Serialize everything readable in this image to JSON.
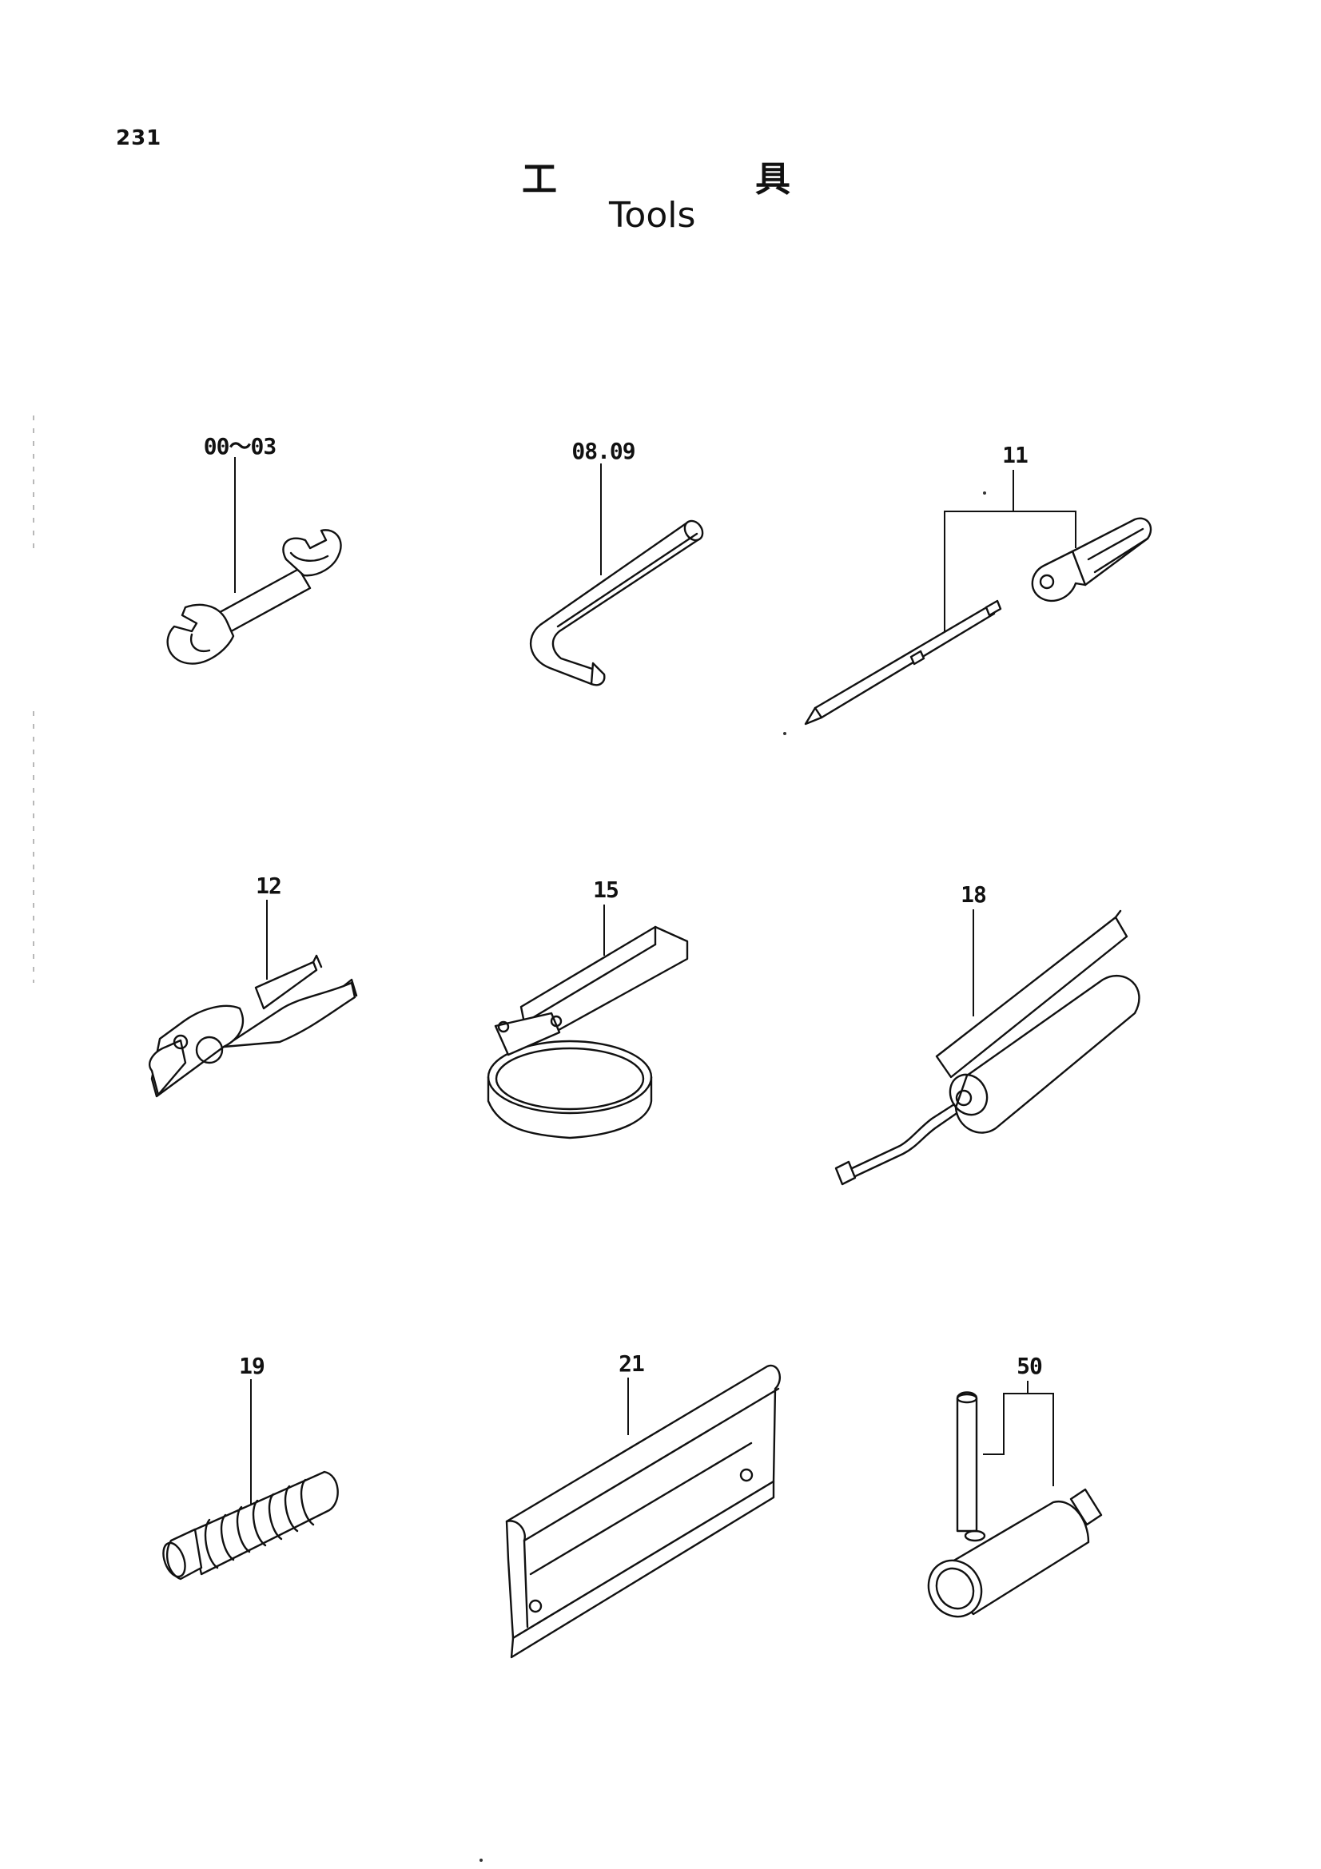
{
  "page": {
    "number": "231",
    "title_jp_1": "工",
    "title_jp_2": "具",
    "title_en": "Tools"
  },
  "items": [
    {
      "id": "wrench",
      "callout": "00～03",
      "icon": "open-end-wrench-icon"
    },
    {
      "id": "hex-key",
      "callout": "08.09",
      "icon": "hex-key-icon"
    },
    {
      "id": "screwdriver",
      "callout": "11",
      "icon": "screwdriver-icon"
    },
    {
      "id": "pliers",
      "callout": "12",
      "icon": "pliers-icon"
    },
    {
      "id": "filter-wrench",
      "callout": "15",
      "icon": "filter-wrench-icon"
    },
    {
      "id": "grease-gun",
      "callout": "18",
      "icon": "grease-gun-icon"
    },
    {
      "id": "spring",
      "callout": "19",
      "icon": "spring-icon"
    },
    {
      "id": "tool-case",
      "callout": "21",
      "icon": "tool-case-icon"
    },
    {
      "id": "socket-bar",
      "callout": "50",
      "icon": "box-socket-wrench-icon"
    }
  ]
}
